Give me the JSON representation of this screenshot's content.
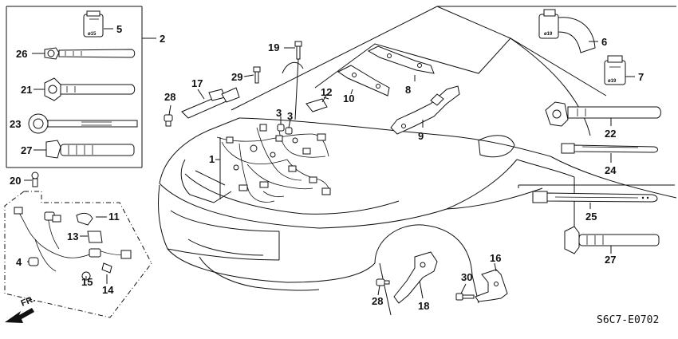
{
  "callouts": {
    "c1": "1",
    "c2": "2",
    "c3a": "3",
    "c3b": "3",
    "c4": "4",
    "c5": "5",
    "c6": "6",
    "c7": "7",
    "c8": "8",
    "c9": "9",
    "c10": "10",
    "c11": "11",
    "c12": "12",
    "c13": "13",
    "c14": "14",
    "c15": "15",
    "c16": "16",
    "c17": "17",
    "c18": "18",
    "c19": "19",
    "c20": "20",
    "c21": "21",
    "c22": "22",
    "c23": "23",
    "c24": "24",
    "c25": "25",
    "c26": "26",
    "c27a": "27",
    "c27b": "27",
    "c28a": "28",
    "c28b": "28",
    "c29": "29",
    "c30": "30"
  },
  "clip_labels": {
    "clip5": "ø15",
    "clip6": "ø19",
    "clip7": "ø19"
  },
  "diagram_code": "S6C7-E0702",
  "direction_label": "FR."
}
